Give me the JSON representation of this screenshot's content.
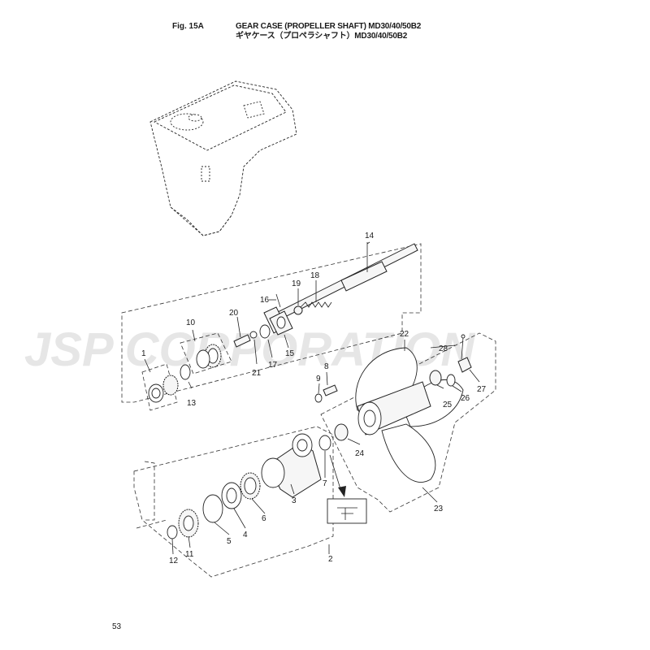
{
  "header": {
    "figure": "Fig. 15A",
    "title_en": "GEAR CASE (PROPELLER SHAFT) MD30/40/50B2",
    "title_ja": "ギヤケース（プロペラシャフト）MD30/40/50B2"
  },
  "watermark": "JSP CORPORATION",
  "page_number": "53",
  "callouts": {
    "c1": "1",
    "c2": "2",
    "c3": "3",
    "c4": "4",
    "c5": "5",
    "c6": "6",
    "c7": "7",
    "c8": "8",
    "c9": "9",
    "c10": "10",
    "c11": "11",
    "c12": "12",
    "c13": "13",
    "c14": "14",
    "c15": "15",
    "c16": "16",
    "c17": "17",
    "c18": "18",
    "c19": "19",
    "c20": "20",
    "c21": "21",
    "c22": "22",
    "c23": "23",
    "c24": "24",
    "c25": "25",
    "c26": "26",
    "c27": "27",
    "c28": "28"
  }
}
